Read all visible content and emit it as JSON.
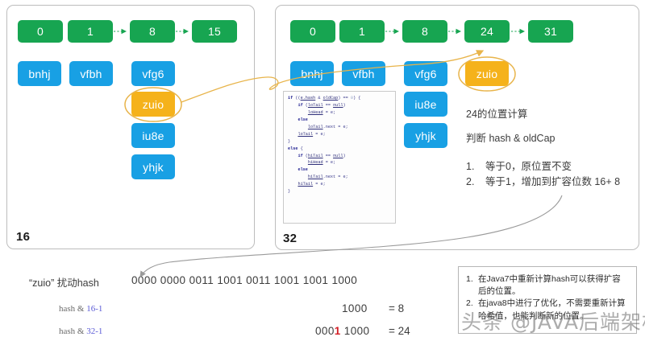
{
  "left_panel": {
    "capacity_label": "16",
    "buckets": [
      {
        "label": "0"
      },
      {
        "label": "1"
      },
      {
        "label": "8"
      },
      {
        "label": "15"
      }
    ],
    "values": [
      {
        "label": "bnhj",
        "color": "blue"
      },
      {
        "label": "vfbh",
        "color": "blue"
      },
      {
        "label": "vfg6",
        "color": "blue"
      },
      {
        "label": "zuio",
        "color": "orange",
        "highlighted": true
      },
      {
        "label": "iu8e",
        "color": "blue"
      },
      {
        "label": "yhjk",
        "color": "blue"
      }
    ]
  },
  "right_panel": {
    "capacity_label": "32",
    "buckets": [
      {
        "label": "0"
      },
      {
        "label": "1"
      },
      {
        "label": "8"
      },
      {
        "label": "24"
      },
      {
        "label": "31"
      }
    ],
    "values": [
      {
        "label": "bnhj",
        "color": "blue"
      },
      {
        "label": "vfbh",
        "color": "blue"
      },
      {
        "label": "vfg6",
        "color": "blue"
      },
      {
        "label": "zuio",
        "color": "orange",
        "highlighted": true
      },
      {
        "label": "iu8e",
        "color": "blue"
      },
      {
        "label": "yhjk",
        "color": "blue"
      }
    ],
    "code_lines": [
      "if ((e.hash & oldCap) == 0) {",
      "    if (loTail == null)",
      "        loHead = e;",
      "    else",
      "        loTail.next = e;",
      "    loTail = e;",
      "}",
      "else {",
      "    if (hiTail == null)",
      "        hiHead = e;",
      "    else",
      "        hiTail.next = e;",
      "    hiTail = e;",
      "}"
    ],
    "notes": {
      "line1": "24的位置计算",
      "line2": "判断 hash & oldCap",
      "list": [
        {
          "index": "1.",
          "text": "等于0，原位置不变"
        },
        {
          "index": "2.",
          "text": "等于1，增加到扩容位数 16+ 8"
        }
      ]
    }
  },
  "calculation": {
    "rows": [
      {
        "label": "“zuio” 扰动hash",
        "label_kind": "plain",
        "bits": "0000 0000 0011 1001 0011 1001 1001 1000",
        "bits_highlight_index": null,
        "result": ""
      },
      {
        "label_prefix": "hash & ",
        "label_cap": "16-1",
        "label_kind": "mono",
        "bits": "1000",
        "bits_highlight_index": null,
        "result": "= 8"
      },
      {
        "label_prefix": "hash & ",
        "label_cap": "32-1",
        "label_kind": "mono",
        "bits_pre": "000",
        "bits_hl": "1",
        "bits_post": " 1000",
        "label_kind2": "mono",
        "result": "= 24"
      }
    ]
  },
  "info_box": {
    "items": [
      {
        "index": "1.",
        "text": "在Java7中重新计算hash可以获得扩容后的位置。"
      },
      {
        "index": "2.",
        "text": "在java8中进行了优化，不需要重新计算哈希值，也能判断新的位置。"
      }
    ]
  },
  "watermark": {
    "text": "头条 @JAVA后端架构"
  },
  "colors": {
    "green": "#17a551",
    "blue": "#18a0e4",
    "orange": "#f5b21b",
    "highlight_red": "#d31f26",
    "connector_orange": "#e8b44a",
    "connector_gray": "#9a9a9a",
    "panel_border": "#bdbdbd"
  }
}
